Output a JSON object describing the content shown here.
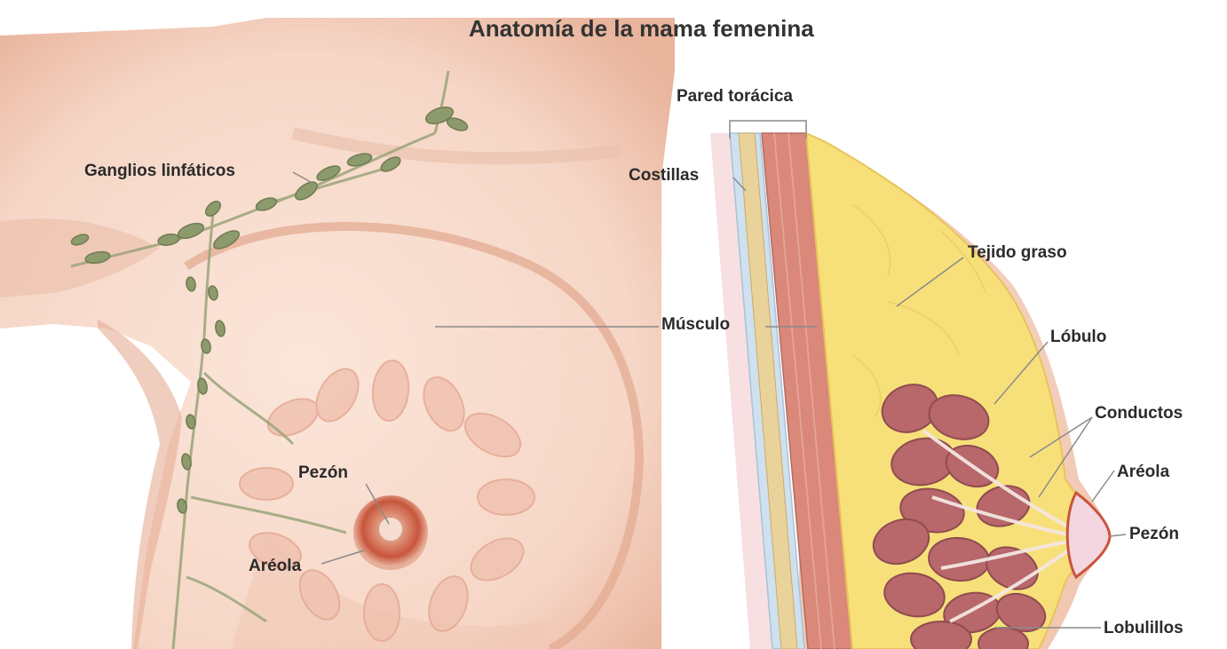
{
  "title": "Anatomía de la mama femenina",
  "labels": {
    "ganglios": "Ganglios linfáticos",
    "pared": "Pared torácica",
    "costillas": "Costillas",
    "tejido": "Tejido graso",
    "musculo": "Músculo",
    "lobulo": "Lóbulo",
    "conductos": "Conductos",
    "areola_right": "Aréola",
    "pezon_right": "Pezón",
    "lobulillos": "Lobulillos",
    "pezon_left": "Pezón",
    "areola_left": "Aréola"
  },
  "colors": {
    "skin": "#f6d6c6",
    "skin_shadow": "#e9b49c",
    "lymph": "#8d9a6c",
    "fat": "#f7e07a",
    "muscle": "#d9887a",
    "lobule": "#b8676b",
    "areola": "#c8553d",
    "leader": "#8a8a8a"
  }
}
